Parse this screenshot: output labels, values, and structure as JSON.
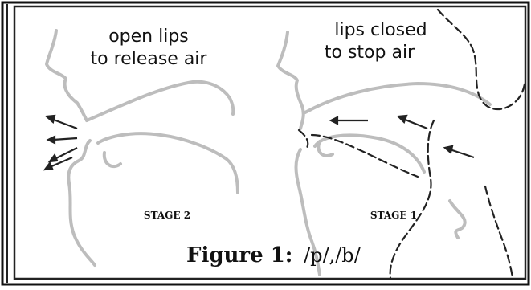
{
  "figure": {
    "left_panel": {
      "caption_top": "open lips",
      "caption_bottom": "to release air",
      "stage": "STAGE 2"
    },
    "right_panel": {
      "caption_top": "lips closed",
      "caption_bottom": "to stop air",
      "stage": "STAGE 1"
    },
    "caption": {
      "prefix": "Figure 1:",
      "text": "/p/,/b/"
    }
  }
}
